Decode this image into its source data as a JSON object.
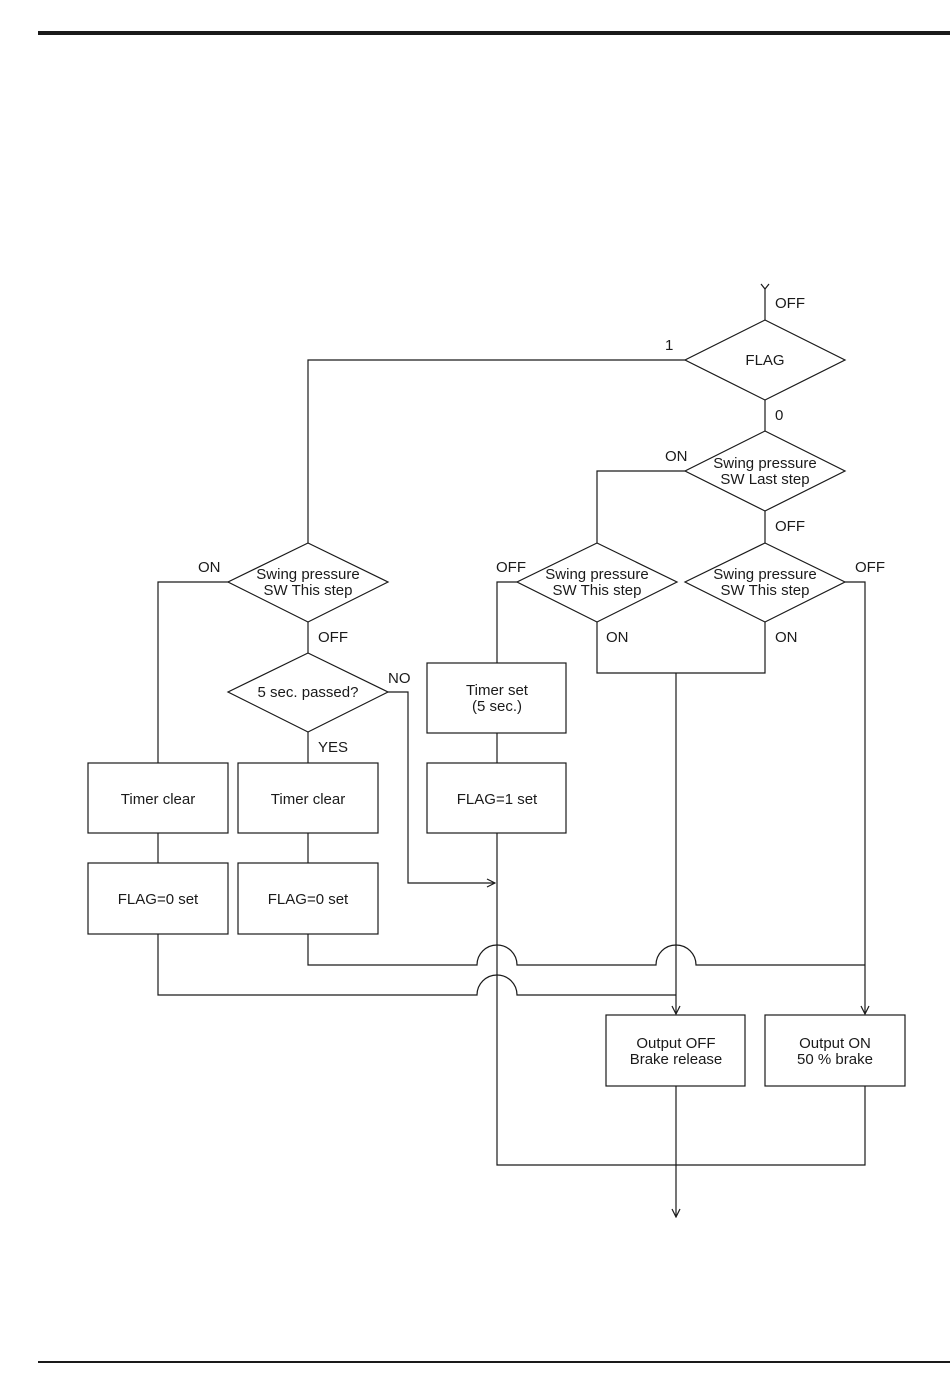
{
  "colors": {
    "line": "#1a1a1a",
    "background": "#ffffff"
  },
  "decisions": {
    "flag": {
      "lines": [
        "FLAG"
      ]
    },
    "last_step": {
      "lines": [
        "Swing pressure",
        "SW Last step"
      ]
    },
    "this_step_left": {
      "lines": [
        "Swing pressure",
        "SW This step"
      ]
    },
    "this_step_mid": {
      "lines": [
        "Swing pressure",
        "SW This step"
      ]
    },
    "this_step_right": {
      "lines": [
        "Swing pressure",
        "SW This step"
      ]
    },
    "five_sec": {
      "lines": [
        "5 sec. passed?"
      ]
    }
  },
  "processes": {
    "timer_set": {
      "lines": [
        "Timer set",
        "(5 sec.)"
      ]
    },
    "flag1_set": {
      "lines": [
        "FLAG=1 set"
      ]
    },
    "timer_clear_a": {
      "lines": [
        "Timer clear"
      ]
    },
    "timer_clear_b": {
      "lines": [
        "Timer clear"
      ]
    },
    "flag0_set_a": {
      "lines": [
        "FLAG=0 set"
      ]
    },
    "flag0_set_b": {
      "lines": [
        "FLAG=0 set"
      ]
    },
    "output_off": {
      "lines": [
        "Output OFF",
        "Brake release"
      ]
    },
    "output_on": {
      "lines": [
        "Output ON",
        "50 % brake"
      ]
    }
  },
  "labels": {
    "top_off": "OFF",
    "flag_one": "1",
    "flag_zero": "0",
    "last_on": "ON",
    "last_off": "OFF",
    "left_on": "ON",
    "left_off": "OFF",
    "mid_off": "OFF",
    "mid_on": "ON",
    "right_off": "OFF",
    "right_on": "ON",
    "five_no": "NO",
    "five_yes": "YES"
  }
}
